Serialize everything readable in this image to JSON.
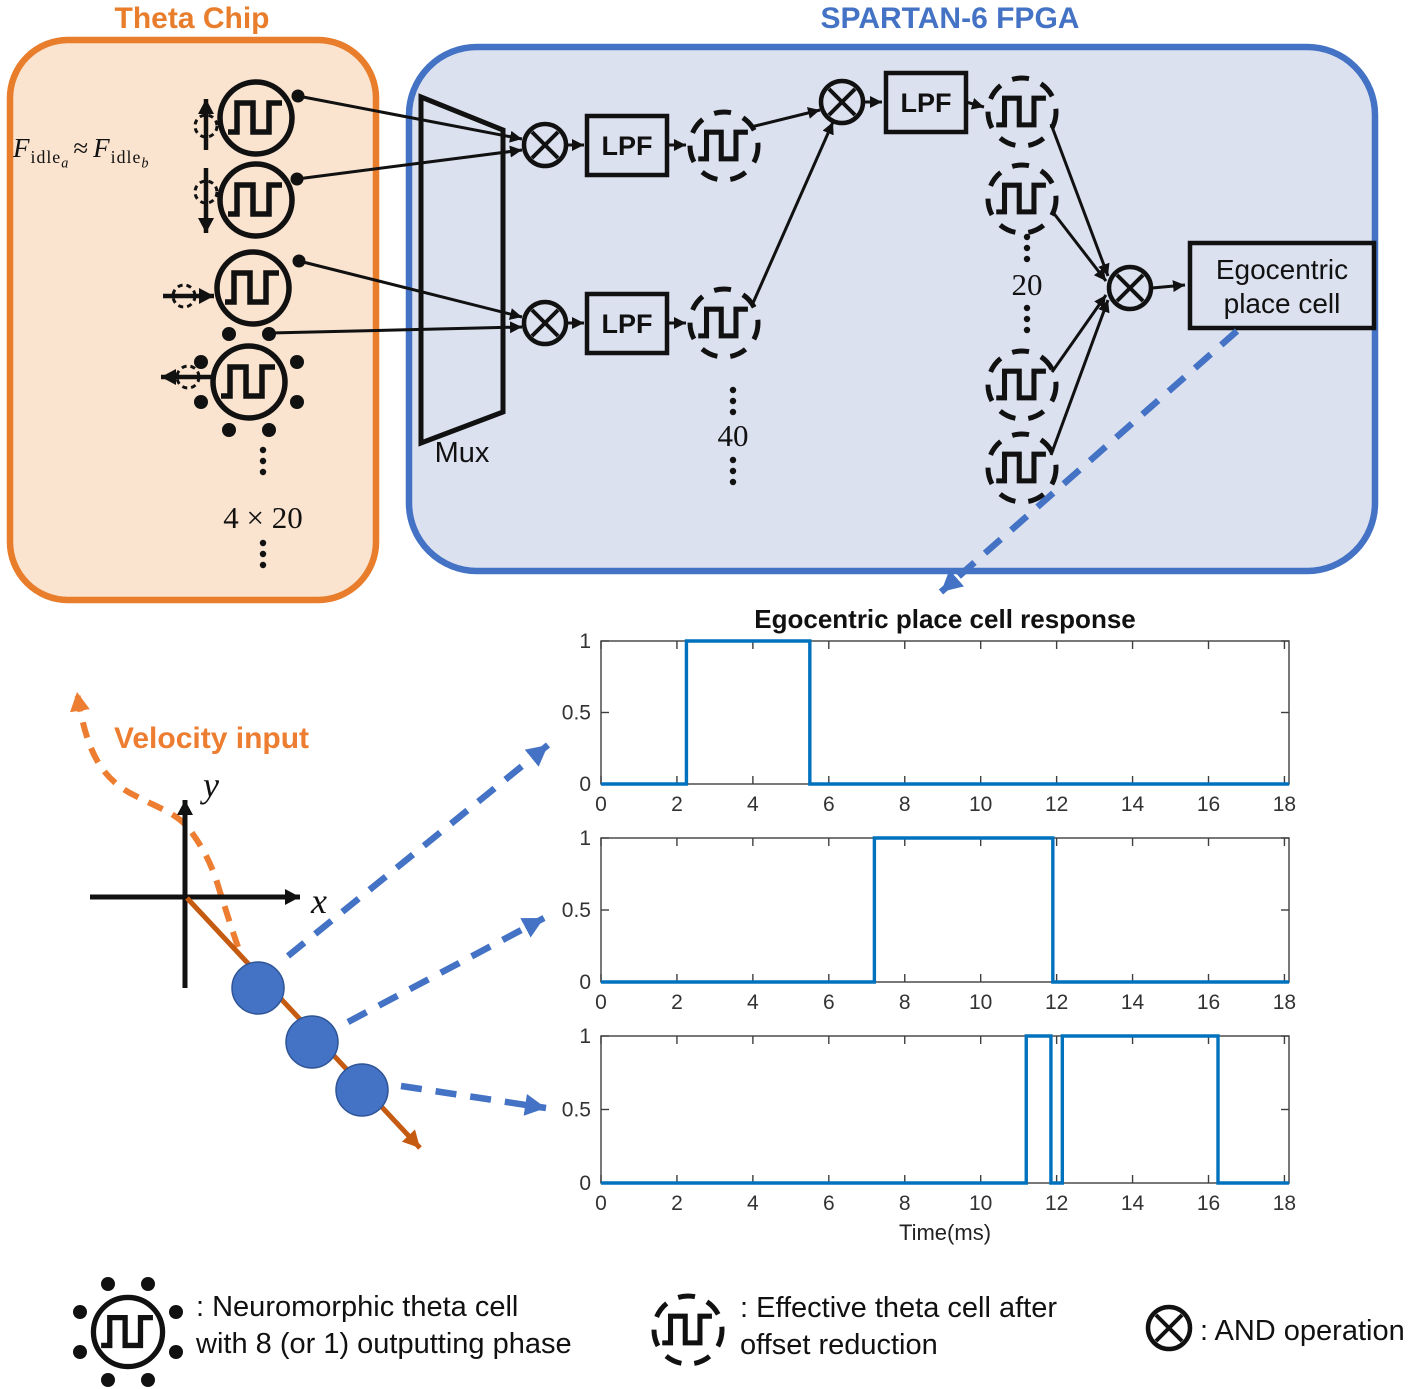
{
  "theta_chip": {
    "title": "Theta Chip",
    "formula": {
      "base": "F",
      "sub": "idle",
      "sub_a": "a",
      "approx": "≈",
      "sub_b": "b"
    },
    "array_label": "4 × 20"
  },
  "fpga": {
    "title": "SPARTAN-6 FPGA",
    "mux_label": "Mux",
    "lpf_label": "LPF",
    "stage1_count": "40",
    "stage2_count": "20",
    "output_line1": "Egocentric",
    "output_line2": "place cell"
  },
  "trajectory": {
    "velocity_label": "Velocity input",
    "x_axis": "x",
    "y_axis": "y"
  },
  "legend": {
    "items": [
      {
        "icon": "neuromorphic-theta-cell-icon",
        "lines": [
          ": Neuromorphic theta cell",
          "with 8 (or 1) outputting phase"
        ]
      },
      {
        "icon": "effective-theta-cell-icon",
        "lines": [
          ": Effective theta cell after",
          "offset reduction"
        ]
      },
      {
        "icon": "and-operation-icon",
        "lines": [
          ": AND operation"
        ]
      }
    ]
  },
  "chart_data": {
    "type": "line",
    "title": "Egocentric place cell response",
    "xlabel": "Time(ms)",
    "ylabel": "",
    "xlim": [
      0,
      18.12
    ],
    "ylim": [
      0,
      1
    ],
    "xticks": [
      0,
      2,
      4,
      6,
      8,
      10,
      12,
      14,
      16,
      18
    ],
    "yticks": [
      0,
      0.5,
      1
    ],
    "grid": false,
    "legend_position": "none",
    "series_color": "#0072BD",
    "charts": [
      {
        "name": "place-cell-response-1",
        "high_intervals": [
          [
            2.25,
            5.5
          ]
        ]
      },
      {
        "name": "place-cell-response-2",
        "high_intervals": [
          [
            7.2,
            11.9
          ]
        ]
      },
      {
        "name": "place-cell-response-3",
        "high_intervals": [
          [
            11.2,
            11.85
          ],
          [
            12.15,
            16.25
          ]
        ]
      }
    ]
  },
  "colors": {
    "orange_accent": "#E87D2B",
    "orange_fill": "#FAE3CF",
    "orange_dark": "#C55A11",
    "blue_accent": "#4472C4",
    "blue_fill": "#DCE1F0",
    "plot_line": "#0072BD"
  }
}
